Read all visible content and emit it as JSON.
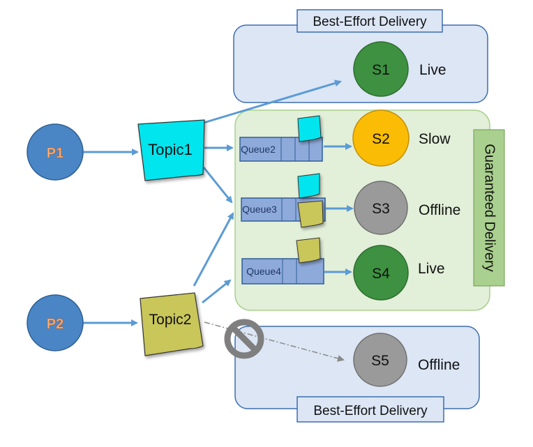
{
  "regions": {
    "best_effort_top": "Best-Effort Delivery",
    "best_effort_bottom": "Best-Effort Delivery",
    "guaranteed": "Guaranteed Delivery"
  },
  "publishers": {
    "p1": "P1",
    "p2": "P2"
  },
  "topics": {
    "topic1": "Topic1",
    "topic2": "Topic2"
  },
  "queues": {
    "queue2": "Queue2",
    "queue3": "Queue3",
    "queue4": "Queue4"
  },
  "subscribers": {
    "s1": {
      "name": "S1",
      "status": "Live"
    },
    "s2": {
      "name": "S2",
      "status": "Slow"
    },
    "s3": {
      "name": "S3",
      "status": "Offline"
    },
    "s4": {
      "name": "S4",
      "status": "Live"
    },
    "s5": {
      "name": "S5",
      "status": "Offline"
    }
  },
  "colors": {
    "publisher": "#4a86c5",
    "publisher_text": "#f4b183",
    "topic1": "#00e5ee",
    "topic2": "#c9c65a",
    "queue": "#8eaadb",
    "live": "#3d9140",
    "slow": "#fbbc05",
    "offline": "#9a9a9a",
    "best_effort_bg": "#dce6f5",
    "guaranteed_bg": "#e2efd9",
    "arrow": "#5b9bd5"
  }
}
